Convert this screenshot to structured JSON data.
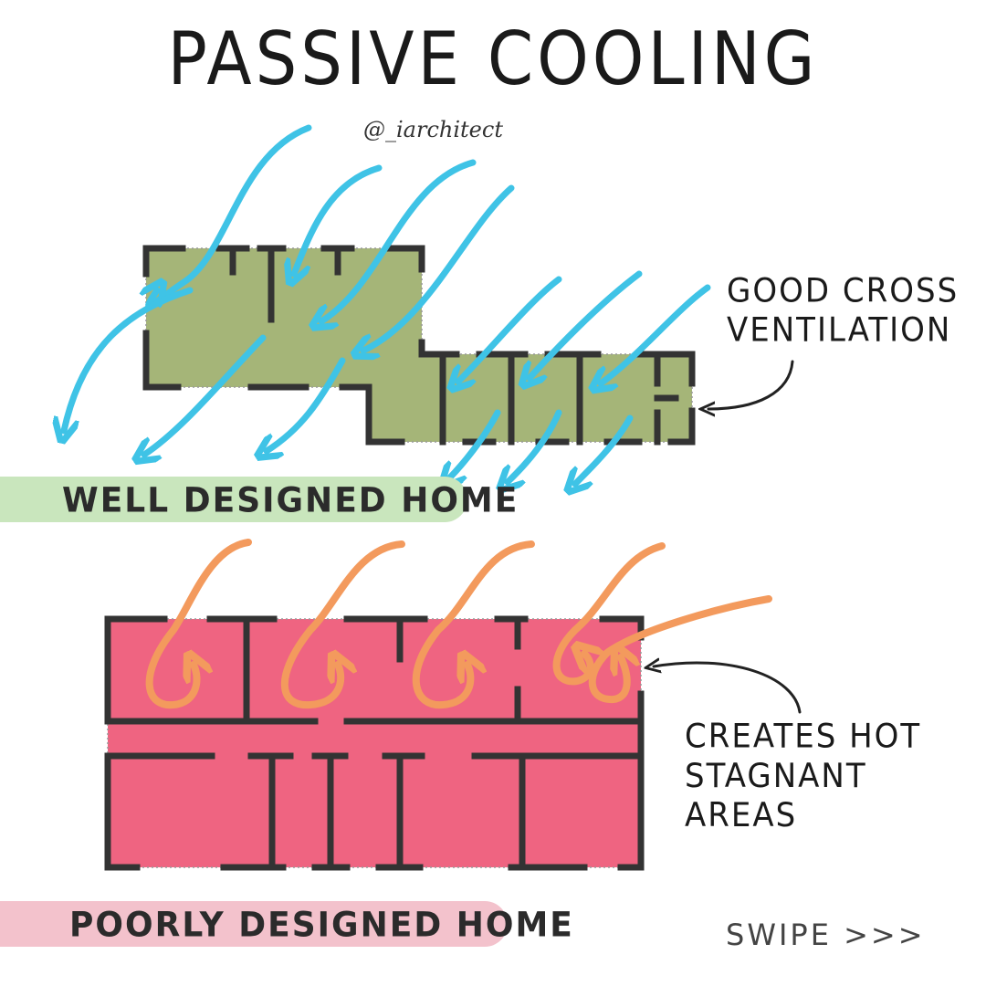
{
  "title": "PASSIVE COOLING",
  "credit": "@_iarchitect",
  "labels": {
    "good_line1": "GOOD CROSS",
    "good_line2": "VENTILATION",
    "hot_line1": "CREATES HOT",
    "hot_line2": "STAGNANT AREAS"
  },
  "banners": {
    "well": "WELL DESIGNED HOME",
    "poor": "POORLY DESIGNED HOME"
  },
  "swipe": "SWIPE >>>",
  "colors": {
    "well_fill": "#a5b578",
    "poor_fill": "#ef6481",
    "breeze": "#3fc3e6",
    "hot_air": "#f39a5d",
    "walls": "#333333",
    "well_banner": "#c9e6bd",
    "poor_banner": "#f3c2cc"
  }
}
